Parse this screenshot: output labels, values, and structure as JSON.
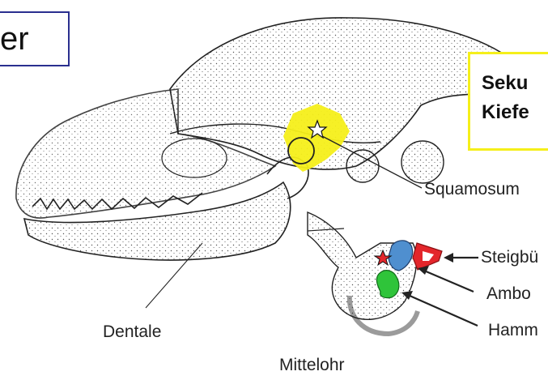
{
  "box_left": {
    "text": "er"
  },
  "box_right": {
    "line1": "Seku",
    "line2": "Kiefe"
  },
  "labels": {
    "squamosum": "Squamosum",
    "steigbugel": "Steigbü",
    "ambos": "Ambo",
    "hammer": "Hamm",
    "dentale": "Dentale",
    "mittelohr": "Mittelohr"
  },
  "colors": {
    "squamosum_yellow": "#f5ef1a",
    "stapes_red": "#e3262b",
    "incus_blue": "#4f8fcf",
    "malleus_green": "#2fc43a",
    "star_red": "#e3262b"
  }
}
